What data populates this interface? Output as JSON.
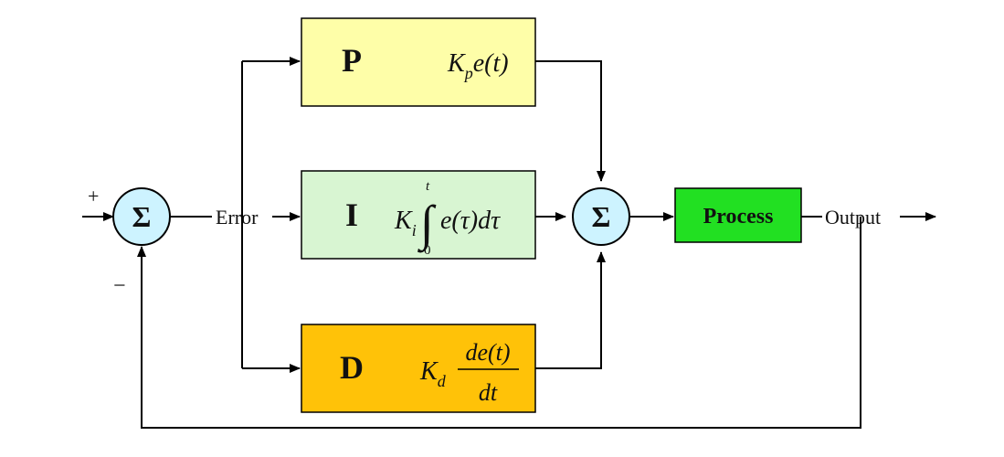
{
  "summing_junctions": {
    "input_symbol": "Σ",
    "plus_sign": "+",
    "minus_sign": "−",
    "output_symbol": "Σ"
  },
  "signals": {
    "error_label": "Error",
    "output_label": "Output"
  },
  "blocks": {
    "p": {
      "letter": "P",
      "gain": "K",
      "gain_sub": "p",
      "expr": "e(t)",
      "color": "#fefea8"
    },
    "i": {
      "letter": "I",
      "gain": "K",
      "gain_sub": "i",
      "upper_limit": "t",
      "lower_limit": "0",
      "integral": "∫",
      "expr": "e(τ)dτ",
      "color": "#d8f5d2"
    },
    "d": {
      "letter": "D",
      "gain": "K",
      "gain_sub": "d",
      "numerator": "de(t)",
      "denominator": "dt",
      "color": "#ffc208"
    }
  },
  "process": {
    "label": "Process",
    "color": "#22e022"
  },
  "colors": {
    "sum_fill": "#cdf3ff",
    "line": "#000000"
  }
}
